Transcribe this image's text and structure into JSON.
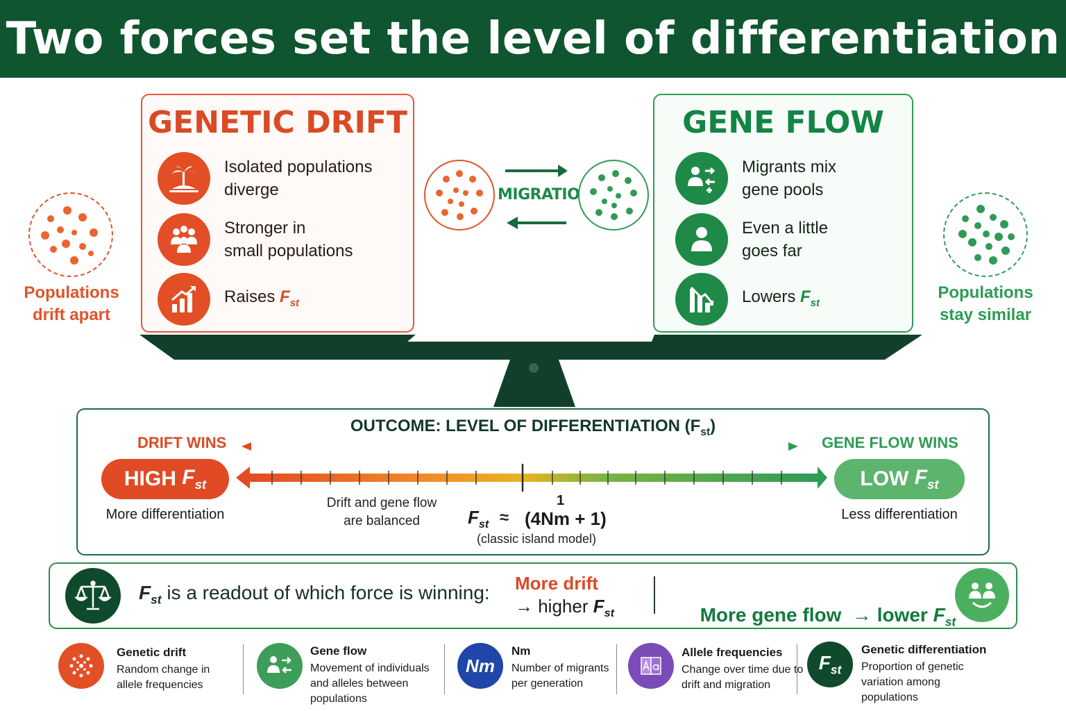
{
  "header": {
    "title": "Two forces set the level of differentiation"
  },
  "fst": {
    "base": "F",
    "sub": "st"
  },
  "drift_card": {
    "title": "GENETIC DRIFT",
    "items": [
      {
        "icon": "island-icon",
        "line1": "Isolated populations",
        "line2": "diverge"
      },
      {
        "icon": "group-icon",
        "line1": "Stronger in",
        "line2": "small populations"
      },
      {
        "icon": "bar-chart-up-icon",
        "text": "Raises"
      }
    ]
  },
  "flow_card": {
    "title": "GENE FLOW",
    "items": [
      {
        "icon": "migrant-transfer-icon",
        "line1": "Migrants mix",
        "line2": "gene pools"
      },
      {
        "icon": "person-icon",
        "line1": "Even a little",
        "line2": "goes far"
      },
      {
        "icon": "bar-chart-down-icon",
        "text": "Lowers"
      }
    ]
  },
  "side_left": {
    "line1": "Populations",
    "line2": "drift apart",
    "color": "#e0532a"
  },
  "side_right": {
    "line1": "Populations",
    "line2": "stay similar",
    "color": "#2f9b55"
  },
  "migration": {
    "label": "MIGRATION"
  },
  "outcome": {
    "title": "OUTCOME: LEVEL OF DIFFERENTIATION (F",
    "title_sub": "st",
    "title_close": ")",
    "left_wins": "DRIFT WINS",
    "right_wins": "GENE FLOW WINS",
    "high_label": "HIGH",
    "low_label": "LOW",
    "high_desc": "More differentiation",
    "low_desc": "Less differentiation",
    "balanced_line1": "Drift and gene flow",
    "balanced_line2": "are balanced",
    "formula_numerator": "1",
    "formula_approx": "≈",
    "formula_denominator": "(4Nm + 1)",
    "formula_note": "(classic island model)"
  },
  "readout": {
    "main": "is a readout of which force is winning:",
    "more_drift_1": "More drift",
    "more_drift_2": "→ higher",
    "more_flow": "More gene flow  → lower"
  },
  "legend": [
    {
      "icon": "drift-scatter-icon",
      "title": "Genetic drift",
      "desc1": "Random change in",
      "desc2": "allele frequencies",
      "color": "#e24f26"
    },
    {
      "icon": "gene-flow-transfer-icon",
      "title": "Gene flow",
      "desc1": "Movement of individuals",
      "desc2": "and alleles between",
      "desc3": "populations",
      "color": "#3c9e58"
    },
    {
      "icon": "nm-icon",
      "glyph": "Nm",
      "title": "Nm",
      "desc1": "Number of migrants",
      "desc2": "per generation",
      "color": "#1f46a8"
    },
    {
      "icon": "allele-frequency-icon",
      "title": "Allele frequencies",
      "desc1": "Change over time due to",
      "desc2": "drift and migration",
      "color": "#7b4bb8"
    },
    {
      "icon": "fst-icon",
      "title": "Genetic differentiation",
      "desc1": "Proportion of genetic",
      "desc2": "variation among",
      "desc3": "populations",
      "color": "#0f4a2c"
    }
  ]
}
